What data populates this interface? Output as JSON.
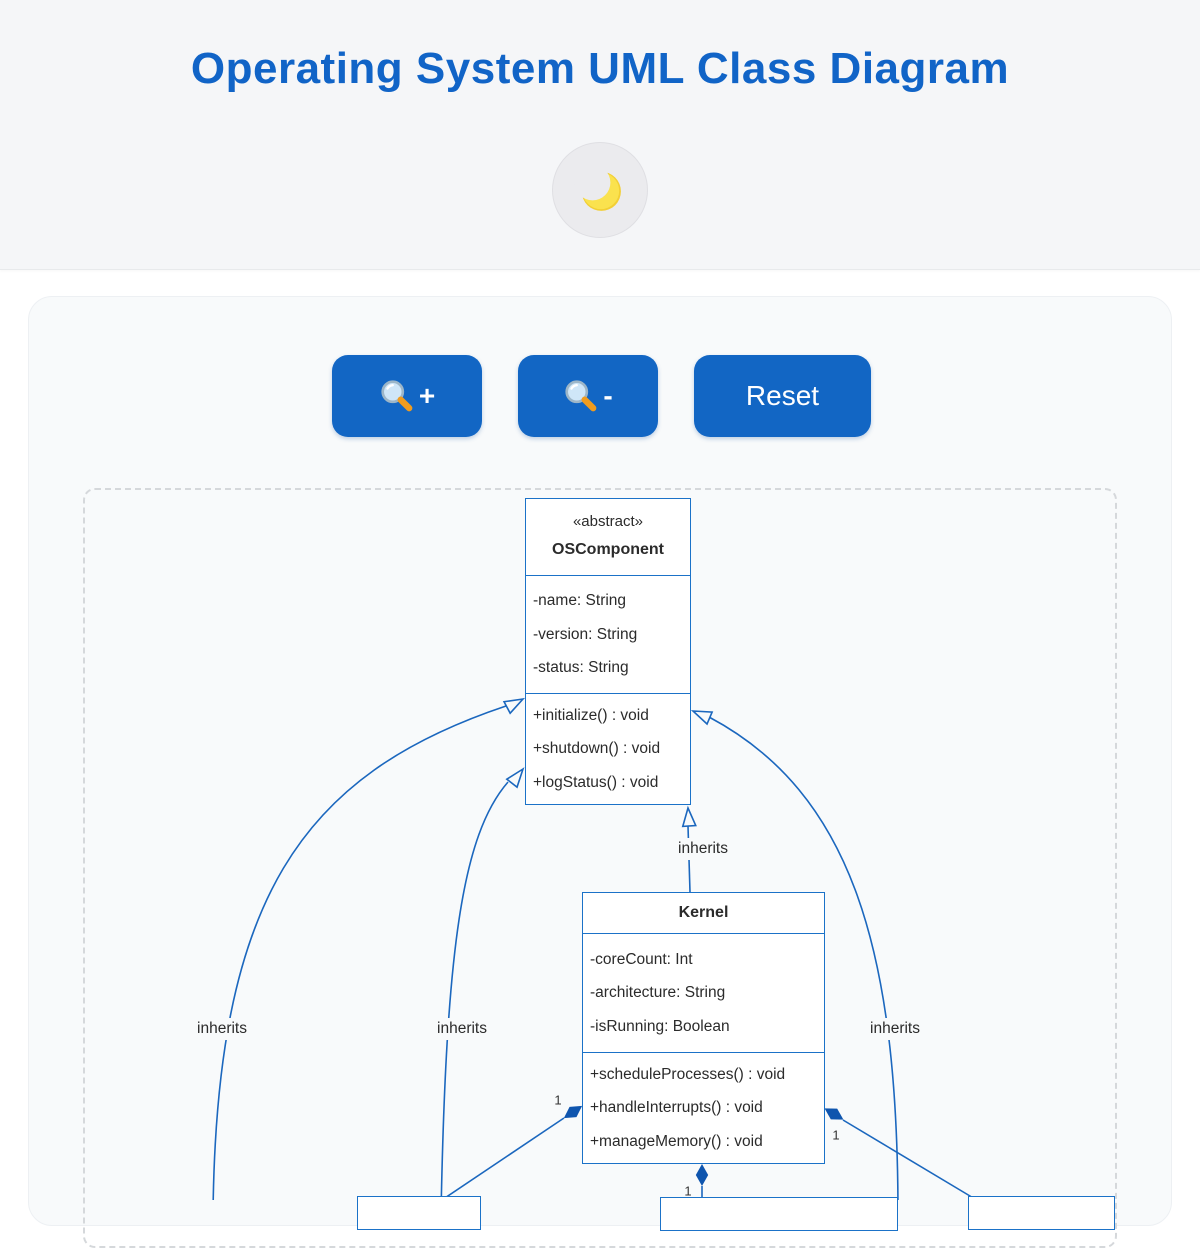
{
  "header": {
    "title": "Operating System UML Class Diagram",
    "theme_toggle_icon": "moon-icon"
  },
  "toolbar": {
    "zoom_in": {
      "icon": "magnifier-icon",
      "label": "+"
    },
    "zoom_out": {
      "icon": "magnifier-icon",
      "label": "-"
    },
    "reset_label": "Reset"
  },
  "diagram": {
    "classes": [
      {
        "stereotype": "«abstract»",
        "name": "OSComponent",
        "attributes": [
          "-name: String",
          "-version: String",
          "-status: String"
        ],
        "methods": [
          "+initialize() : void",
          "+shutdown() : void",
          "+logStatus() : void"
        ]
      },
      {
        "stereotype": "",
        "name": "Kernel",
        "attributes": [
          "-coreCount: Int",
          "-architecture: String",
          "-isRunning: Boolean"
        ],
        "methods": [
          "+scheduleProcesses() : void",
          "+handleInterrupts() : void",
          "+manageMemory() : void"
        ]
      }
    ],
    "edges": [
      {
        "type": "inheritance",
        "label": "inherits"
      },
      {
        "type": "inheritance",
        "label": "inherits"
      },
      {
        "type": "inheritance",
        "label": "inherits"
      },
      {
        "type": "inheritance",
        "label": "inherits"
      },
      {
        "type": "composition",
        "multiplicity": "1"
      },
      {
        "type": "composition",
        "multiplicity": "1"
      },
      {
        "type": "composition",
        "multiplicity": "1"
      }
    ],
    "colors": {
      "accent": "#1164c7",
      "button_bg": "#1266c4",
      "box_border": "#1b72c8",
      "edge_line": "#1b67be",
      "composition_diamond": "#0f55ae"
    }
  }
}
